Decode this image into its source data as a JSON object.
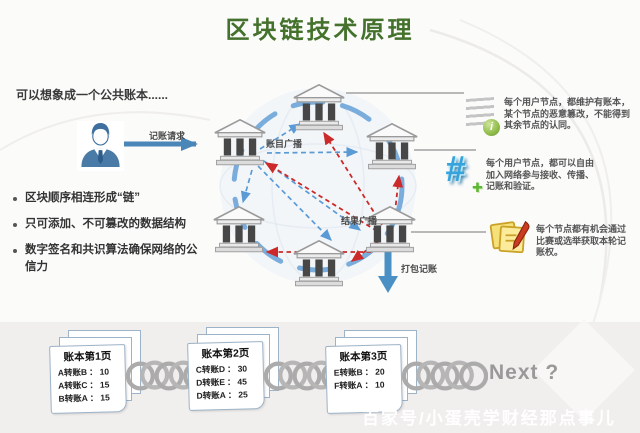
{
  "title": "区块链技术原理",
  "intro": "可以想象成一个公共账本......",
  "flow": {
    "request_label": "记账请求",
    "ledger_broadcast_label": "账目广播",
    "result_broadcast_label": "结果广播",
    "package_label": "打包记账"
  },
  "bullets": [
    "区块顺序相连形成“链”",
    "只可添加、不可篡改的数据结构",
    "数字签名和共识算法确保网络的公信力"
  ],
  "annotations": [
    {
      "icon": "ledger-info-icon",
      "text": "每个用户节点，都维护有账本，某个节点的恶意篡改，不能得到其余节点的认同。"
    },
    {
      "icon": "hash-network-icon",
      "text": "每个用户节点，都可以自由加入网络参与接收、传播、记账和验证。"
    },
    {
      "icon": "notes-pen-icon",
      "text": "每个节点都有机会通过比赛或选举获取本轮记账权。"
    }
  ],
  "icons": {
    "hash_glyph": "#",
    "info_glyph": "i",
    "plus_glyph": "✚"
  },
  "ledger": {
    "separator": "：",
    "pages": [
      {
        "title": "账本第1页",
        "rows": [
          {
            "label": "A转账B",
            "value": "10"
          },
          {
            "label": "A转账C",
            "value": "15"
          },
          {
            "label": "B转账A",
            "value": "15"
          }
        ]
      },
      {
        "title": "账本第2页",
        "rows": [
          {
            "label": "C转账D",
            "value": "30"
          },
          {
            "label": "D转账E",
            "value": "45"
          },
          {
            "label": "D转账A",
            "value": "25"
          }
        ]
      },
      {
        "title": "账本第3页",
        "rows": [
          {
            "label": "E转账B",
            "value": "20"
          },
          {
            "label": "F转账A",
            "value": "10"
          }
        ]
      }
    ],
    "next_label": "Next ?"
  },
  "watermark": "百家号/小蛋壳学财经那点事儿",
  "colors": {
    "title_green": "#44722c",
    "arrow_blue": "#5b9bd5",
    "arrow_red": "#cc2a2a",
    "person_blue": "#4a7ba6"
  }
}
